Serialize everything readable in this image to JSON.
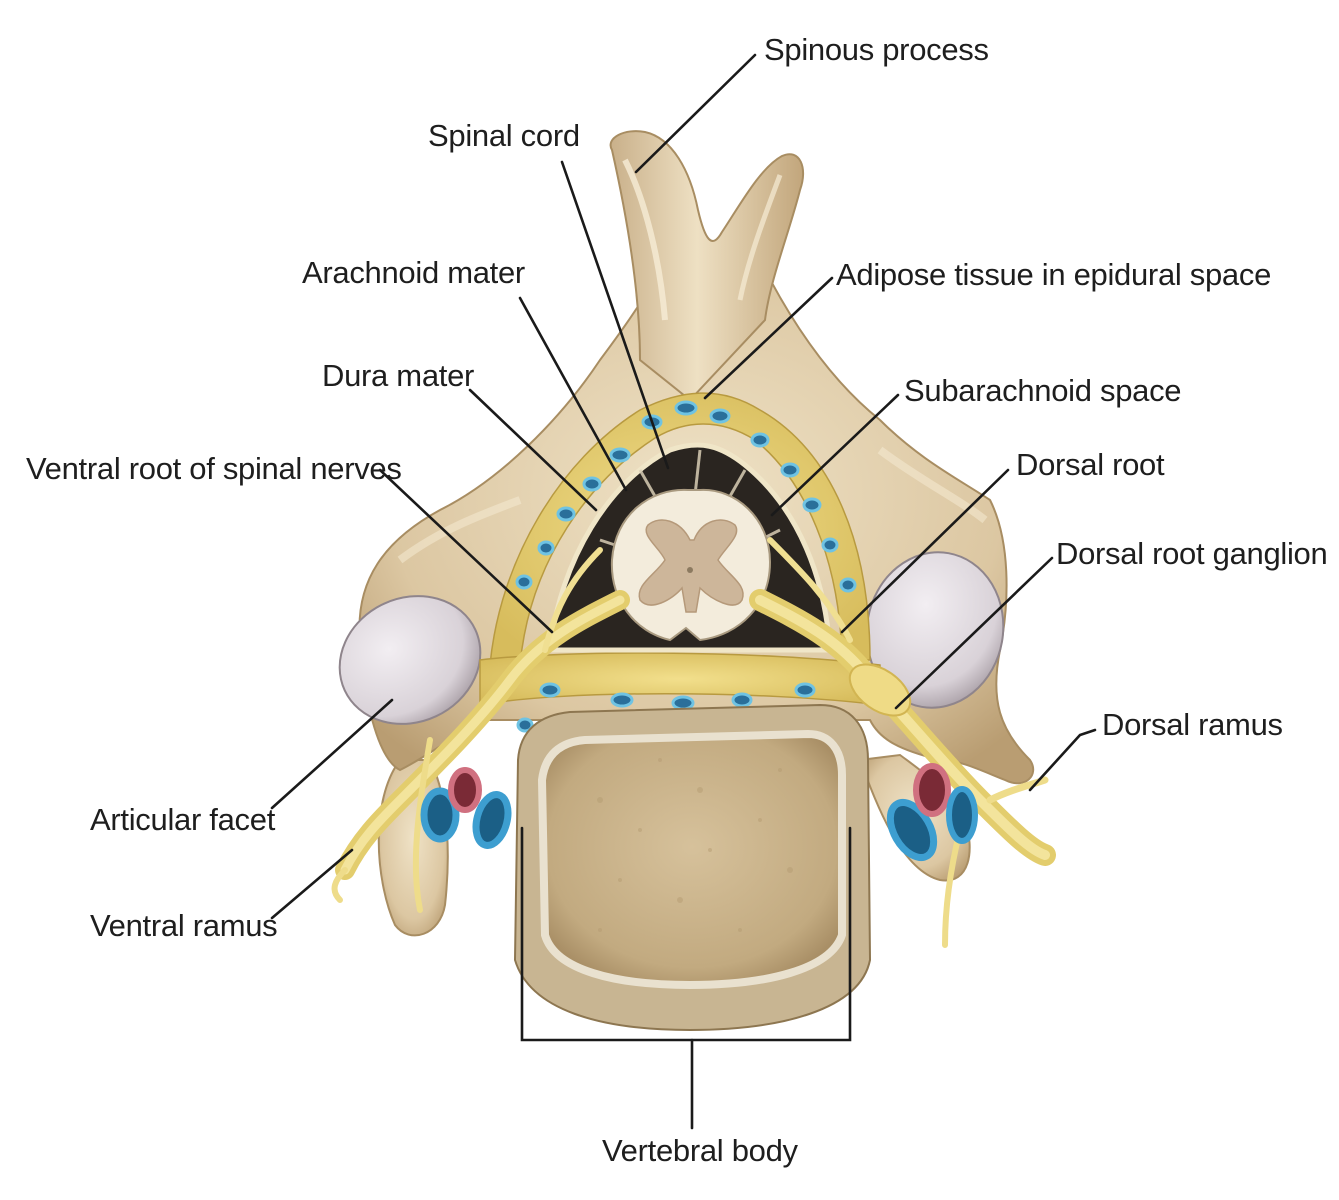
{
  "labels": {
    "spinous_process": "Spinous process",
    "spinal_cord": "Spinal cord",
    "arachnoid_mater": "Arachnoid mater",
    "adipose_tissue": "Adipose tissue in epidural space",
    "dura_mater": "Dura mater",
    "subarachnoid_space": "Subarachnoid space",
    "ventral_root": "Ventral root of spinal nerves",
    "dorsal_root": "Dorsal root",
    "dorsal_root_ganglion": "Dorsal root ganglion",
    "dorsal_ramus": "Dorsal ramus",
    "articular_facet": "Articular facet",
    "ventral_ramus": "Ventral ramus",
    "vertebral_body": "Vertebral body"
  },
  "colors": {
    "bone": "#e2d1b0",
    "bone_shadow": "#b89c70",
    "fat": "#e8d27a",
    "nerve": "#eedc8a",
    "cord_white": "#f3ecdc",
    "cord_grey": "#cdb69a",
    "cartilage": "#e4e0e4",
    "vein": "#3d9ed0",
    "artery": "#c0485a",
    "void": "#2a2520"
  }
}
